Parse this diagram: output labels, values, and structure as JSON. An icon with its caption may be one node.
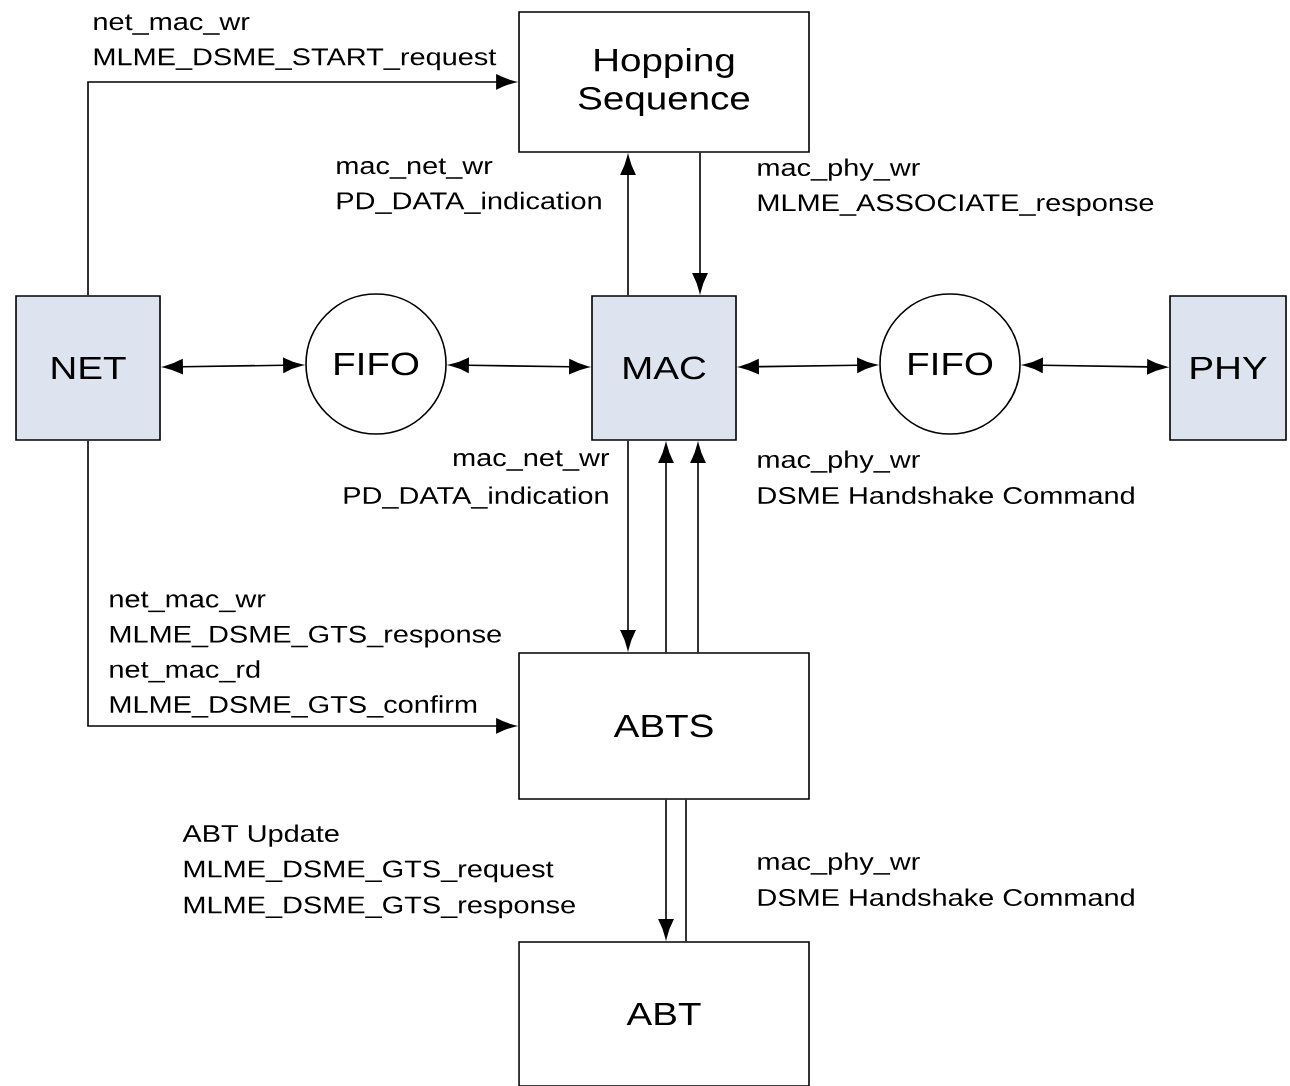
{
  "diagram": {
    "nodes": [
      {
        "text": [
          "Hopping Sequence"
        ]
      },
      {
        "text": [
          "NET"
        ]
      },
      {
        "text": [
          "FIFO"
        ]
      },
      {
        "text": [
          "MAC"
        ]
      },
      {
        "text": [
          "FIFO"
        ]
      },
      {
        "text": [
          "PHY"
        ]
      },
      {
        "text": [
          "ABTS"
        ]
      },
      {
        "text": [
          "ABT"
        ]
      }
    ],
    "edges": [
      {
        "from": 1,
        "to": 0,
        "arrow": "to",
        "label": "net_mac_wr MLME_DSME_START_request"
      },
      {
        "from": 3,
        "to": 0,
        "arrow": "to",
        "label": "mac_net_wr PD_DATA_indication"
      },
      {
        "from": 0,
        "to": 3,
        "arrow": "to",
        "label": "mac_phy_wr MLME_ASSOCIATE_response"
      },
      {
        "from": 1,
        "to": 2,
        "arrow": "both"
      },
      {
        "from": 2,
        "to": 3,
        "arrow": "both"
      },
      {
        "from": 3,
        "to": 4,
        "arrow": "both"
      },
      {
        "from": 4,
        "to": 5,
        "arrow": "both"
      },
      {
        "from": 3,
        "to": 6,
        "arrow": "to"
      },
      {
        "from": 6,
        "to": 3,
        "arrow": "to"
      },
      {
        "from": 6,
        "to": 3,
        "arrow": "to"
      },
      {
        "from": 1,
        "to": 6,
        "arrow": "to",
        "label": "net_mac_wr MLME_DSME_GTS_response net_mac_rd MLME_DSME_GTS_confirm"
      },
      {
        "from": 6,
        "to": 7,
        "arrow": "to"
      },
      {
        "from": 6,
        "to": 7,
        "arrow": "none"
      }
    ],
    "labels": [
      "mac_net_wr",
      "PD_DATA_indication",
      "mac_phy_wr",
      "DSME Handshake Command",
      "ABT Update",
      "MLME_DSME_GTS_request",
      "MLME_DSME_GTS_response",
      "mac_phy_wr",
      "DSME Handshake Command"
    ]
  }
}
